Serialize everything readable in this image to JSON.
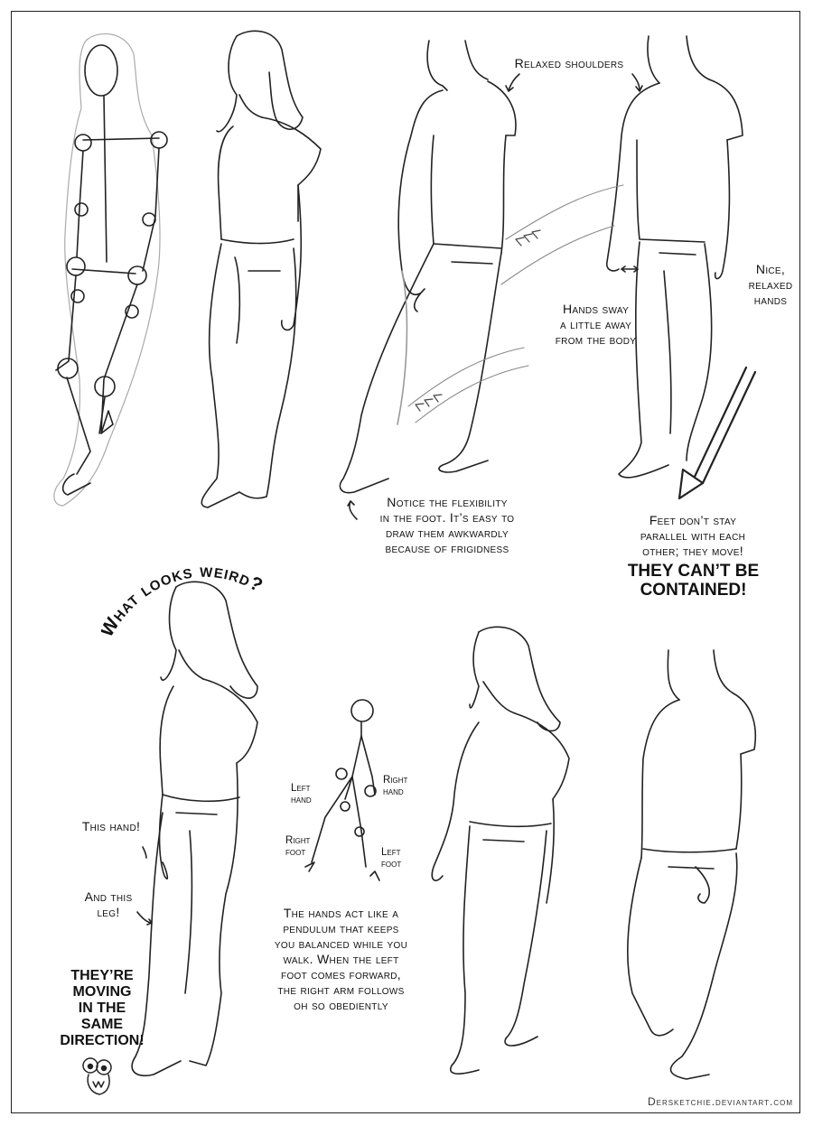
{
  "annotations": {
    "relaxed_shoulders": "Relaxed shoulders",
    "nice_relaxed_hands": [
      "Nice,",
      "relaxed",
      "hands"
    ],
    "hands_sway": [
      "Hands sway",
      "a little away",
      "from the body"
    ],
    "foot_flexibility": [
      "Notice the flexibility",
      "in the foot. It’s easy to",
      "draw them awkwardly",
      "because of frigidness"
    ],
    "feet_dont_stay": [
      "Feet don’t stay",
      "parallel with each",
      "other; they move!"
    ],
    "cant_be_contained": [
      "They can’t be",
      "contained!"
    ],
    "what_looks_weird": "What looks weird?",
    "this_hand": "This hand!",
    "and_this_leg": [
      "And this",
      "leg!"
    ],
    "same_direction": [
      "They’re",
      "moving",
      "in the",
      "same",
      "direction!"
    ],
    "left_hand": [
      "Left",
      "hand"
    ],
    "right_hand": [
      "Right",
      "hand"
    ],
    "right_foot": [
      "Right",
      "foot"
    ],
    "left_foot": [
      "Left",
      "foot"
    ],
    "pendulum": [
      "The hands act like a",
      "pendulum that keeps",
      "you balanced while you",
      "walk. When the left",
      "foot comes forward,",
      "the right arm follows",
      "oh so obediently"
    ]
  },
  "credit": "Dersketchie.deviantart.com"
}
